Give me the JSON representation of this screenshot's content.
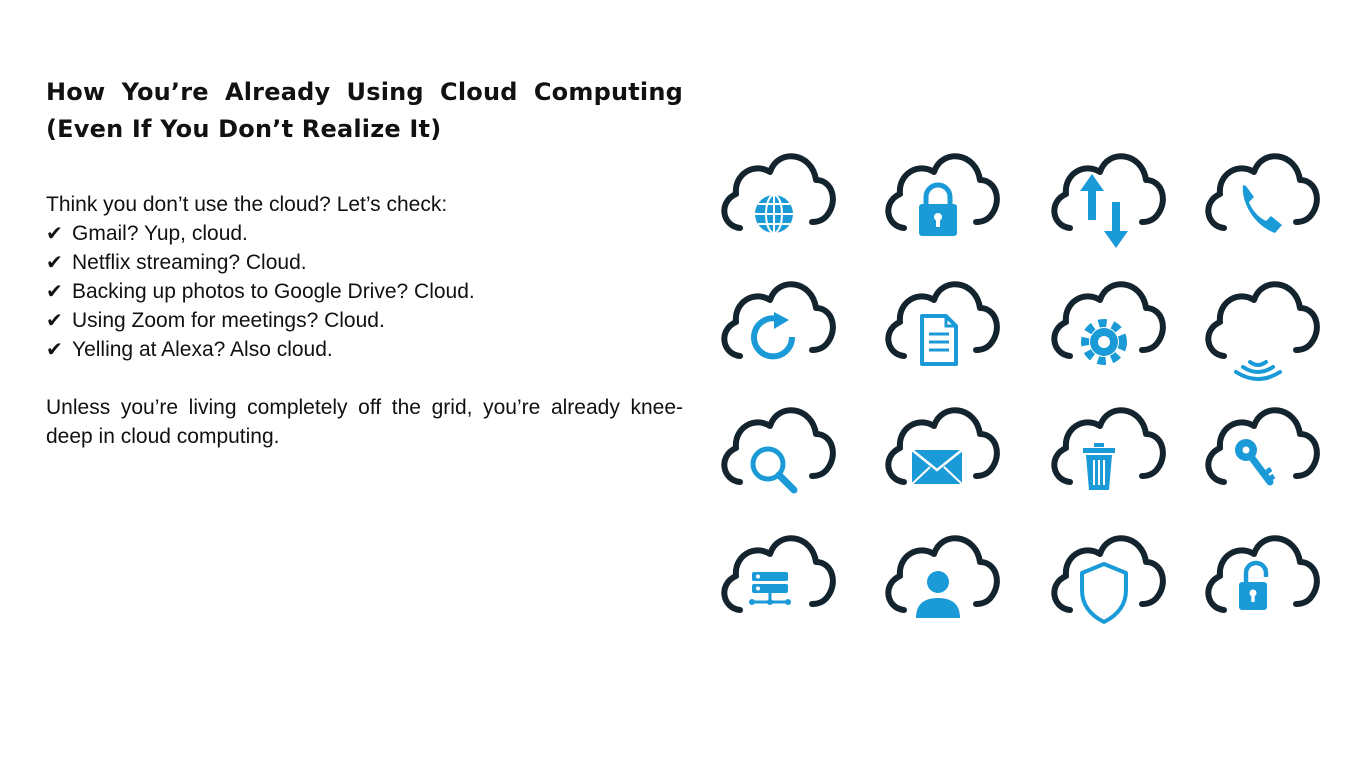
{
  "title": "How You’re Already Using Cloud Computing (Even If You Don’t Realize It)",
  "intro": "Think you don’t use the cloud? Let’s check:",
  "check_symbol": "✔",
  "checklist": [
    "Gmail? Yup, cloud.",
    "Netflix streaming? Cloud.",
    "Backing up photos to Google Drive? Cloud.",
    "Using Zoom for meetings? Cloud.",
    "Yelling at Alexa? Also cloud."
  ],
  "conclusion": "Unless you’re living completely off the grid, you’re already knee-deep in cloud computing.",
  "colors": {
    "cloud_outline": "#13242f",
    "icon_accent": "#1a9ad6",
    "text": "#111111",
    "background": "#ffffff"
  },
  "icons": [
    "globe-icon",
    "padlock-icon",
    "upload-download-arrows-icon",
    "phone-icon",
    "sync-icon",
    "document-icon",
    "gear-icon",
    "wireless-signal-icon",
    "search-icon",
    "envelope-icon",
    "trash-icon",
    "key-icon",
    "server-icon",
    "user-icon",
    "shield-icon",
    "unlocked-padlock-icon"
  ]
}
